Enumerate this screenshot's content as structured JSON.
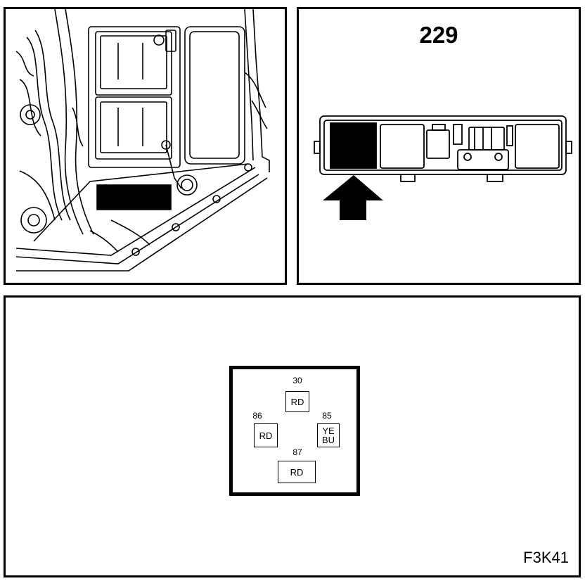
{
  "diagram": {
    "figure_number": "229",
    "figure_code": "F3K41",
    "relay_pins": [
      {
        "number": "30",
        "color": "RD"
      },
      {
        "number": "86",
        "color": "RD"
      },
      {
        "number": "85",
        "color_line1": "YE",
        "color_line2": "BU"
      },
      {
        "number": "87",
        "color": "RD"
      }
    ]
  }
}
